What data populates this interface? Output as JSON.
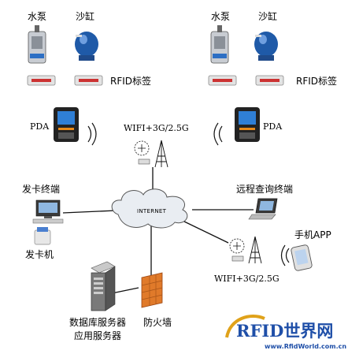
{
  "labels": {
    "pump_left": "水泵",
    "sandtank_left": "沙缸",
    "pump_right": "水泵",
    "sandtank_right": "沙缸",
    "rfid_tag_left": "RFID标签",
    "rfid_tag_right": "RFID标签",
    "pda_left": "PDA",
    "pda_right": "PDA",
    "wifi_top": "WIFI+3G/2.5G",
    "wifi_bottom": "WIFI+3G/2.5G",
    "card_issuer_terminal": "发卡终端",
    "card_issuer": "发卡机",
    "remote_terminal": "远程查询终端",
    "mobile_app": "手机APP",
    "internet": "INTERNET",
    "db_server": "数据库服务器",
    "app_server": "应用服务器",
    "firewall": "防火墙"
  },
  "watermark": {
    "brand": "RFID世界网",
    "url": "www.RfidWorld.com.cn"
  },
  "colors": {
    "line": "#111111",
    "cloud_fill": "#e9edf2",
    "watermark_blue": "#1f4fa8",
    "watermark_gold": "#e0a21a"
  }
}
